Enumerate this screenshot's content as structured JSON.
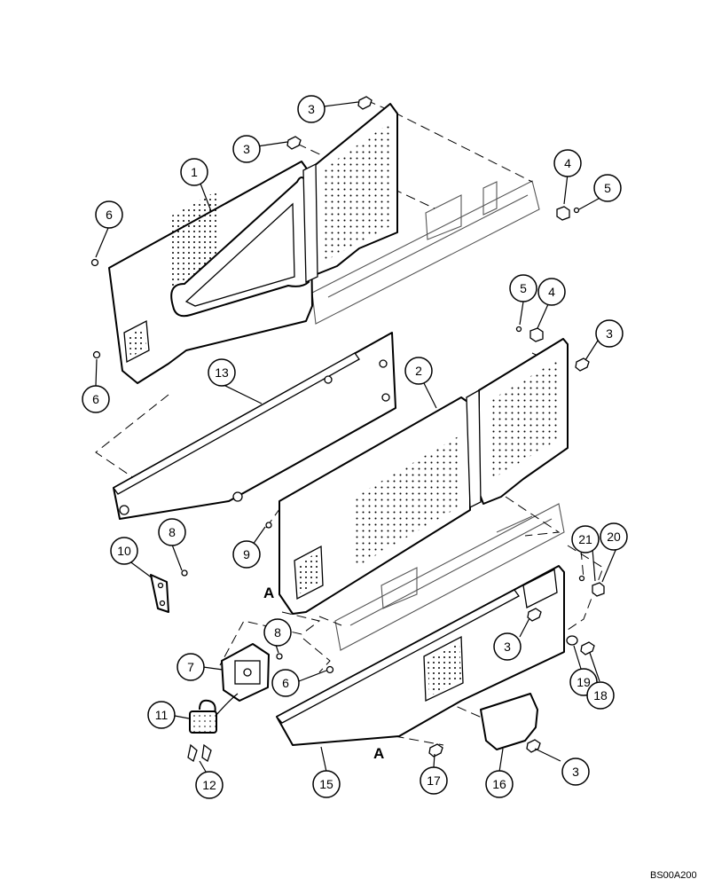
{
  "drawing_code": "BS00A200",
  "view_letters": [
    "A",
    "A"
  ],
  "callouts": [
    {
      "label": "1",
      "part": "upper left side panel"
    },
    {
      "label": "2",
      "part": "lower left side panel"
    },
    {
      "label": "3",
      "part": "bolt"
    },
    {
      "label": "3",
      "part": "bolt"
    },
    {
      "label": "3",
      "part": "bolt"
    },
    {
      "label": "3",
      "part": "bolt"
    },
    {
      "label": "3",
      "part": "bolt"
    },
    {
      "label": "4",
      "part": "nut"
    },
    {
      "label": "4",
      "part": "nut"
    },
    {
      "label": "5",
      "part": "screw"
    },
    {
      "label": "5",
      "part": "screw"
    },
    {
      "label": "6",
      "part": "bolt"
    },
    {
      "label": "6",
      "part": "bolt"
    },
    {
      "label": "6",
      "part": "bolt"
    },
    {
      "label": "7",
      "part": "latch"
    },
    {
      "label": "8",
      "part": "screw"
    },
    {
      "label": "8",
      "part": "screw"
    },
    {
      "label": "9",
      "part": "nut"
    },
    {
      "label": "10",
      "part": "bracket"
    },
    {
      "label": "11",
      "part": "padlock"
    },
    {
      "label": "12",
      "part": "key"
    },
    {
      "label": "13",
      "part": "support"
    },
    {
      "label": "15",
      "part": "lower panel"
    },
    {
      "label": "16",
      "part": "cover"
    },
    {
      "label": "17",
      "part": "bolt"
    },
    {
      "label": "18",
      "part": "bolt"
    },
    {
      "label": "19",
      "part": "washer"
    },
    {
      "label": "20",
      "part": "clip nut"
    },
    {
      "label": "21",
      "part": "screw"
    }
  ]
}
